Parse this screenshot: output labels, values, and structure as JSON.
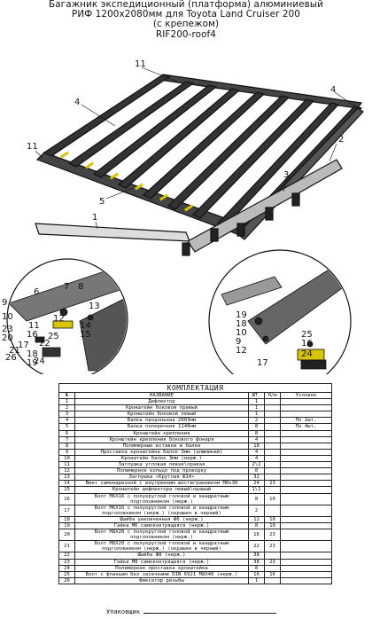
{
  "title": {
    "line1": "Багажник экспедиционный (платформа) алюминиевый",
    "line2": "РИФ 1200х2080мм для Toyota Land Cruiser 200",
    "line3": "(с крепежом)",
    "line4": "RIF200-roof4"
  },
  "callouts": {
    "c11a": "11",
    "c4a": "4",
    "c4b": "4",
    "c11b": "11",
    "c5": "5",
    "c1": "1",
    "c2": "2",
    "c3": "3",
    "l1": "6",
    "l2": "7",
    "l3": "8",
    "l4": "9",
    "l5": "10",
    "l6": "11",
    "l7": "12",
    "l8": "13",
    "l9": "14",
    "l10": "15",
    "l11": "16",
    "l12": "17",
    "l13": "18",
    "l14": "19",
    "l15": "20",
    "l16": "21",
    "l17": "22",
    "l18": "23",
    "l19": "24",
    "l20": "25",
    "l21": "26",
    "r1": "19",
    "r2": "18",
    "r3": "10",
    "r4": "9",
    "r5": "12",
    "r6": "25",
    "r7": "16",
    "r8": "17",
    "r9": "24"
  },
  "spec": {
    "caption": "КОМПЛЕКТАЦИЯ",
    "headers": [
      "№",
      "НАЗВАНИЕ",
      "ШТ.",
      "Н/м",
      "Условно"
    ],
    "rows": [
      {
        "n": "1",
        "name": "Дефлектор",
        "q": "1",
        "u": "",
        "note": ""
      },
      {
        "n": "2",
        "name": "Кронштейн боковой правый",
        "q": "1",
        "u": "",
        "note": ""
      },
      {
        "n": "3",
        "name": "Кронштейн боковой левый",
        "q": "1",
        "u": "",
        "note": ""
      },
      {
        "n": "4",
        "name": "Балка продольная 2003мм",
        "q": "2",
        "u": "",
        "note": "По 2шт."
      },
      {
        "n": "5",
        "name": "Балка поперечная 1140мм",
        "q": "8",
        "u": "",
        "note": "По 4шт."
      },
      {
        "n": "6",
        "name": "Кронштейн крепления",
        "q": "8",
        "u": "",
        "note": ""
      },
      {
        "n": "7",
        "name": "Кронштейн крепления бокового фонаря",
        "q": "4",
        "u": "",
        "note": ""
      },
      {
        "n": "8",
        "name": "Полимерные вставки в балки",
        "q": "18",
        "u": "",
        "note": ""
      },
      {
        "n": "9",
        "name": "Проставка кронштейна балок 3мм (алюминий)",
        "q": "4",
        "u": "",
        "note": ""
      },
      {
        "n": "10",
        "name": "Кронштейн балок 3мм (нерж.)",
        "q": "4",
        "u": "",
        "note": ""
      },
      {
        "n": "11",
        "name": "Заглушка угловая левая\\правая",
        "q": "2\\2",
        "u": "",
        "note": ""
      },
      {
        "n": "12",
        "name": "Полимерное кольцо под проводку",
        "q": "8",
        "u": "",
        "note": ""
      },
      {
        "n": "13",
        "name": "Заглушка «Круглая Ф14»",
        "q": "32",
        "u": "",
        "note": ""
      },
      {
        "n": "14",
        "name": "Винт самонарезной с внутренним шестигранником М8х30",
        "q": "24",
        "u": "23",
        "note": ""
      },
      {
        "n": "15",
        "name": "Кронштейн дефлектора левый\\правый",
        "q": "1\\1",
        "u": "",
        "note": ""
      },
      {
        "n": "16",
        "name": "Болт М6Х16 с полукруглой головой и квадратным подголовником (нерж.)",
        "q": "8",
        "u": "10",
        "note": ""
      },
      {
        "n": "17",
        "name": "Болт М6Х16 с полукруглой головой и квадратным подголовником (нерж.) (окрашен в черный)",
        "q": "2",
        "u": "",
        "note": ""
      },
      {
        "n": "18",
        "name": "Шайба увеличенная Ф6 (нерж.)",
        "q": "12",
        "u": "10",
        "note": ""
      },
      {
        "n": "19",
        "name": "Гайка М6 самоконтрящаяся (нерж.)",
        "q": "8",
        "u": "10",
        "note": ""
      },
      {
        "n": "20",
        "name": "Болт М8Х20 с полукруглой головой и квадратным подголовником (нерж.)",
        "q": "16",
        "u": "23",
        "note": ""
      },
      {
        "n": "21",
        "name": "Болт М8Х20 с полукруглой головой и квадратным подголовником (нерж.) (окрашен в черный)",
        "q": "22",
        "u": "23",
        "note": ""
      },
      {
        "n": "22",
        "name": "Шайба Ф8 (нерж.)",
        "q": "38",
        "u": "",
        "note": ""
      },
      {
        "n": "23",
        "name": "Гайка М8 самоконтрящаяся (нерж.)",
        "q": "38",
        "u": "23",
        "note": ""
      },
      {
        "n": "24",
        "name": "Полимерная проставка кронштейна",
        "q": "8",
        "u": "",
        "note": ""
      },
      {
        "n": "25",
        "name": "Болт с фланцем без засечками DIN 6921 М8Х40 (нерж.)",
        "q": "16",
        "u": "16",
        "note": ""
      },
      {
        "n": "26",
        "name": "Фиксатор резьбы",
        "q": "1",
        "u": "",
        "note": ""
      }
    ]
  },
  "footer": {
    "label": "Упаковщик"
  }
}
